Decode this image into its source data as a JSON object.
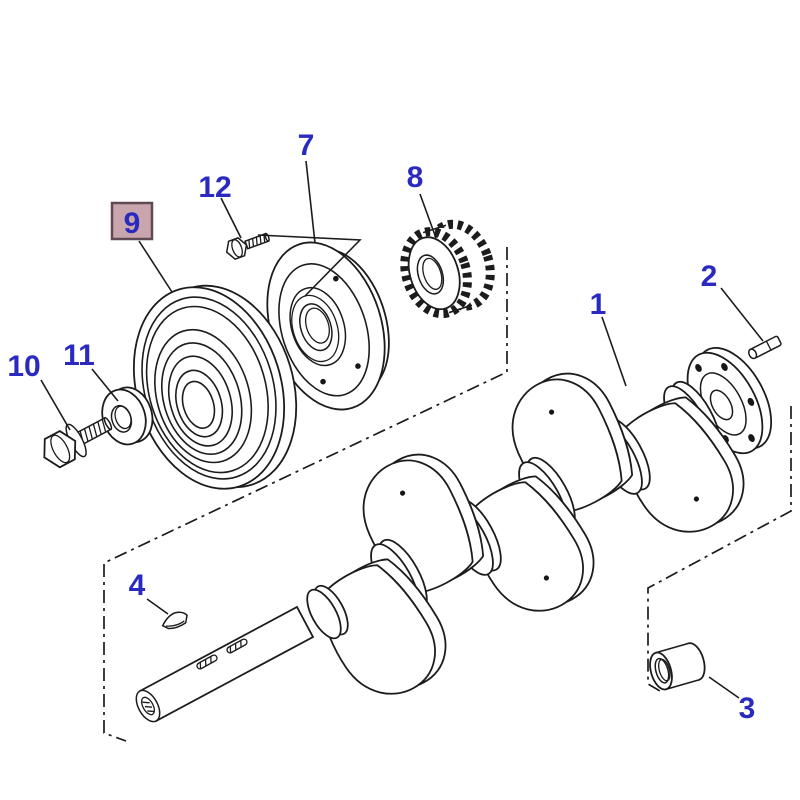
{
  "diagram": {
    "type": "exploded-parts-diagram",
    "background": "#ffffff",
    "line_color": "#1c1c1c",
    "label_color": "#2a2ac0",
    "highlight": {
      "part_id": "9",
      "part_fill": "#f6f33b",
      "box_bg": "#c9a6ae",
      "box_border": "#5e4a52"
    },
    "callouts": {
      "c1": {
        "label": "1"
      },
      "c2": {
        "label": "2"
      },
      "c3": {
        "label": "3"
      },
      "c4": {
        "label": "4"
      },
      "c7": {
        "label": "7"
      },
      "c8": {
        "label": "8"
      },
      "c9": {
        "label": "9"
      },
      "c10": {
        "label": "10"
      },
      "c11": {
        "label": "11"
      },
      "c12": {
        "label": "12"
      }
    }
  }
}
